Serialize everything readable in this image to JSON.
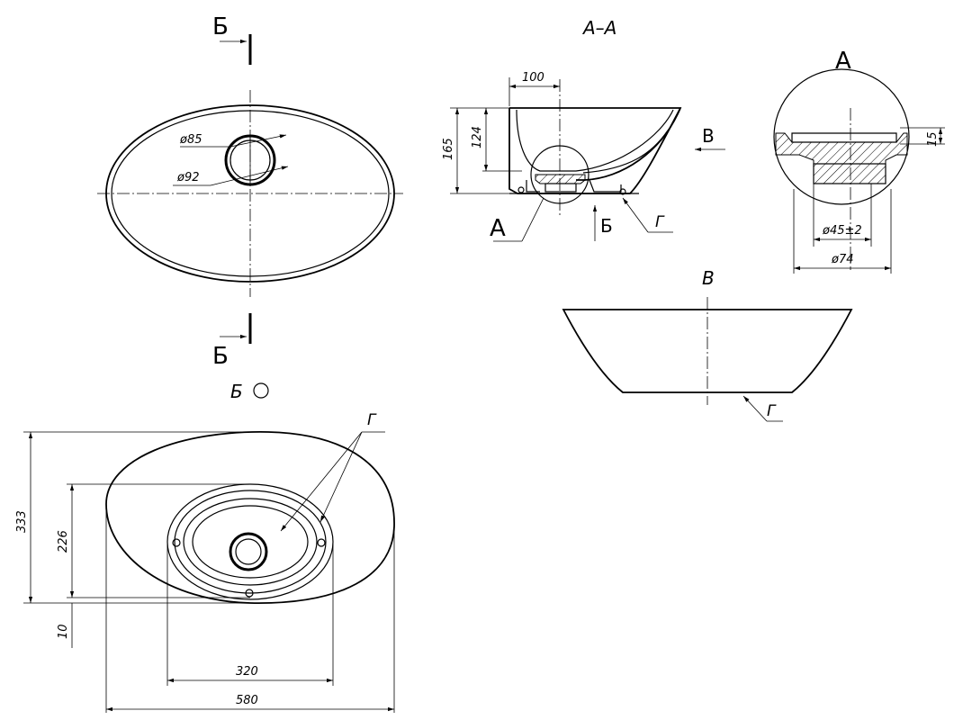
{
  "views": {
    "section_top_label": "Б",
    "section_bottom_label": "Б",
    "section_aa_title": "А–А",
    "detail_a_title": "А",
    "detail_a_callout": "А",
    "view_v_title": "В",
    "view_v_arrow": "В",
    "view_b_title": "Б",
    "view_b_arrow": "Б",
    "leader_g_1": "Г",
    "leader_g_2": "Г",
    "leader_g_3": "Г"
  },
  "dimensions": {
    "d_inner": "ø85",
    "d_outer": "ø92",
    "depth_total": "165",
    "depth_bowl": "124",
    "offset": "100",
    "detail_height": "15",
    "detail_d_inner": "ø45±2",
    "detail_d_outer": "ø74",
    "bottom_height": "333",
    "bottom_inner_height": "226",
    "bottom_gap": "10",
    "bottom_inner_width": "320",
    "bottom_width": "580"
  }
}
